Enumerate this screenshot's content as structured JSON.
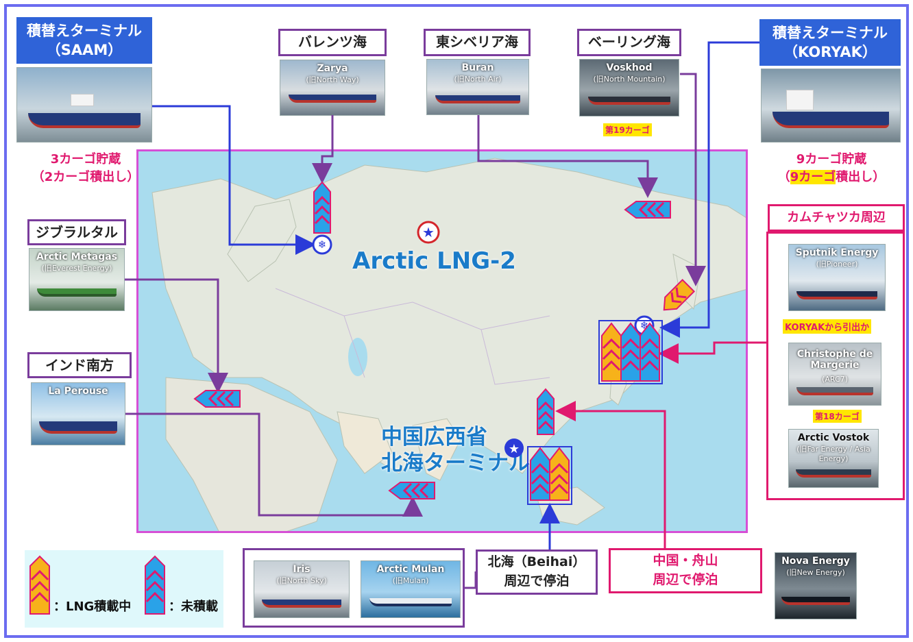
{
  "terminals": {
    "saam": {
      "line1": "積替えターミナル",
      "line2": "（SAAM）",
      "note1": "3カーゴ貯蔵",
      "note2": "（2カーゴ積出し）"
    },
    "koryak": {
      "line1": "積替えターミナル",
      "line2": "（KORYAK）",
      "note1": "9カーゴ貯蔵",
      "note2_pre": "（",
      "note2_hl": "9カーゴ",
      "note2_post": "積出し）"
    }
  },
  "regions": {
    "barents": "バレンツ海",
    "east_siberia": "東シベリア海",
    "bering": "ベーリング海",
    "gibraltar": "ジブラルタル",
    "south_india": "インド南方",
    "kamchatka": "カムチャツカ周辺"
  },
  "ships": {
    "zarya": {
      "name": "Zarya",
      "sub": "(旧North Way)"
    },
    "buran": {
      "name": "Buran",
      "sub": "(旧North Air)"
    },
    "voskhod": {
      "name": "Voskhod",
      "sub": "(旧North Mountain)",
      "cargo": "第19カーゴ"
    },
    "metagas": {
      "name": "Arctic Metagas",
      "sub": "(旧Everest Energy)"
    },
    "laperouse": {
      "name": "La Perouse",
      "sub": ""
    },
    "sputnik": {
      "name": "Sputnik Energy",
      "sub": "(旧Pioneer)",
      "note": "KORYAKから引出か"
    },
    "christophe": {
      "name": "Christophe de Margerie",
      "sub": "(ARC7)",
      "cargo": "第18カーゴ"
    },
    "vostok": {
      "name": "Arctic Vostok",
      "sub": "(旧Far Energy / Asia Energy)"
    },
    "iris": {
      "name": "Iris",
      "sub": "(旧North Sky)"
    },
    "mulan": {
      "name": "Arctic Mulan",
      "sub": "(旧Mulan)"
    },
    "nova": {
      "name": "Nova Energy",
      "sub": "(旧New Energy)"
    }
  },
  "map": {
    "project": "Arctic LNG-2",
    "terminal_line1": "中国広西省",
    "terminal_line2": "北海ターミナル"
  },
  "stops": {
    "beihai_line1": "北海（Beihai）",
    "beihai_line2": "周辺で停泊",
    "zhoushan_line1": "中国・舟山",
    "zhoushan_line2": "周辺で停泊"
  },
  "legend": {
    "loaded": "：LNG積載中",
    "empty": "：未積載"
  },
  "colors": {
    "loaded": "#f7b21a",
    "loaded_stripe": "#e0196e",
    "empty": "#2aa2e8",
    "frame": "#6b6cf0",
    "route_purple": "#7a3c9c",
    "route_blue": "#2b3bd8",
    "route_pink": "#e0196e"
  }
}
